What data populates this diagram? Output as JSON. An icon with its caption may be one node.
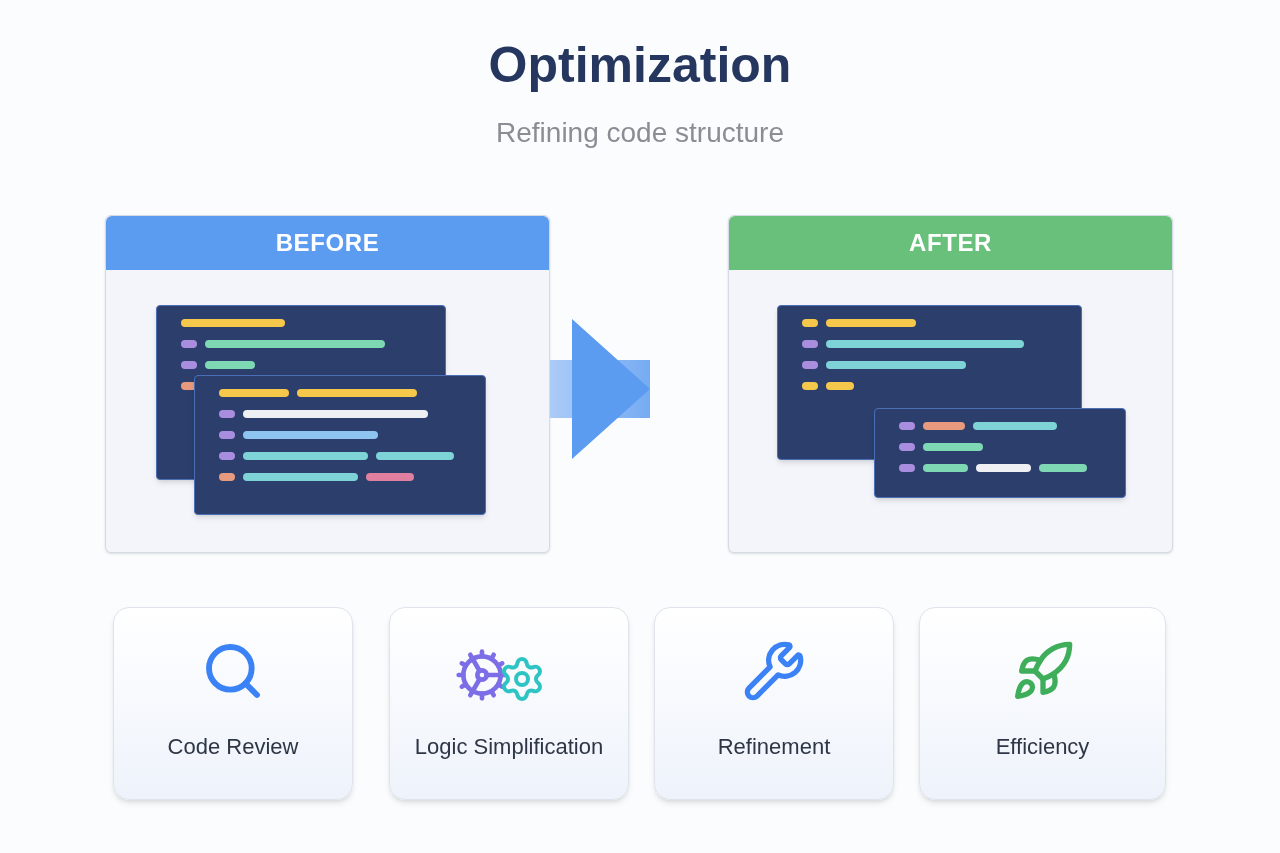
{
  "diagram": {
    "title": "Optimization",
    "caption": "Refining code structure",
    "nodes": [
      {
        "text": [
          "BEFORE"
        ]
      },
      {
        "text": [
          "AFTER"
        ]
      },
      {
        "text": [
          "Code Review"
        ]
      },
      {
        "text": [
          "Logic Simplification"
        ]
      },
      {
        "text": [
          "Refinement"
        ]
      },
      {
        "text": [
          "Efficiency"
        ]
      }
    ],
    "edges": [
      {
        "from": 0,
        "to": 1,
        "arrow": "to",
        "style": "thick"
      }
    ]
  }
}
